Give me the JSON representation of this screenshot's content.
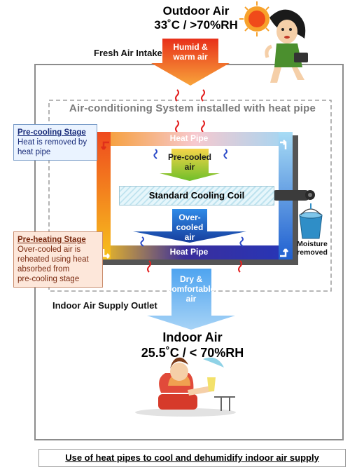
{
  "outdoor": {
    "title": "Outdoor Air",
    "condition": "33˚C / >70%RH"
  },
  "fresh_air_intake": "Fresh Air Intake",
  "humid_arrow": {
    "line1": "Humid &",
    "line2": "warm air"
  },
  "system_title": "Air-conditioning System installed with heat pipe",
  "heat_pipe_top": "Heat Pipe",
  "heat_pipe_bottom": "Heat Pipe",
  "precooled_arrow": {
    "line1": "Pre-cooled",
    "line2": "air"
  },
  "cooling_coil": "Standard Cooling Coil",
  "overcooled_arrow": {
    "line1": "Over-cooled",
    "line2": "air"
  },
  "moisture": {
    "line1": "Moisture",
    "line2": "removed"
  },
  "dry_arrow": {
    "line1": "Dry &",
    "line2": "comfortable",
    "line3": "air"
  },
  "indoor_supply_outlet": "Indoor Air Supply Outlet",
  "indoor": {
    "title": "Indoor Air",
    "condition": "25.5˚C / < 70%RH"
  },
  "precooling_note": {
    "heading": "Pre-cooling Stage",
    "line1": "Heat is removed by",
    "line2": "heat pipe"
  },
  "preheating_note": {
    "heading": "Pre-heating Stage",
    "line1": "Over-cooled air is",
    "line2": "reheated using heat",
    "line3": "absorbed from",
    "line4": "pre-cooling stage"
  },
  "caption": "Use of heat pipes to cool and dehumidify indoor air supply",
  "colors": {
    "warm": "#e8501e",
    "hot": "#f7b72a",
    "cool": "#1f5fd0",
    "green": "#7dc225",
    "gray_border": "#8c8c8c"
  }
}
